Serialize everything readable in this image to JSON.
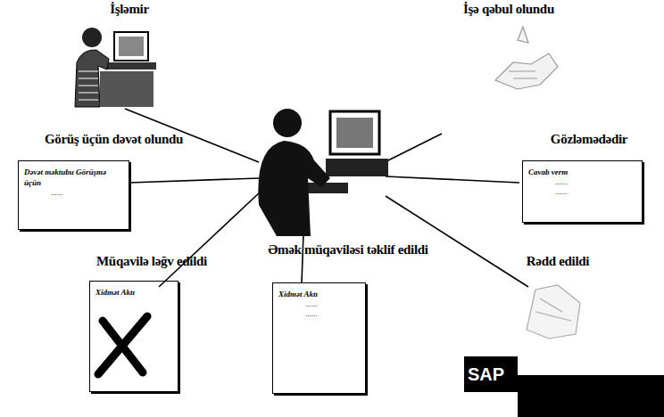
{
  "diagram": {
    "nodes": [
      {
        "text": [
          "İşləmir"
        ]
      },
      {
        "text": [
          "İşə qəbul olundu"
        ]
      },
      {
        "text": [
          "Görüş üçün dəvət olundu",
          "Dəvət məktubu Görüşmə üçün",
          "......"
        ]
      },
      {
        "text": [
          "Gözləmədədir",
          "Cavab verm",
          "......",
          "......"
        ]
      },
      {
        "text": [
          "Müqavilə ləğv edildi",
          "Xidmət Aktı"
        ]
      },
      {
        "text": [
          "Əmək müqaviləsi təklif edildi",
          "Xidmət Aktı",
          "......",
          "......"
        ]
      },
      {
        "text": [
          "Rədd edildi"
        ]
      }
    ],
    "labels": [
      "SAP"
    ]
  }
}
